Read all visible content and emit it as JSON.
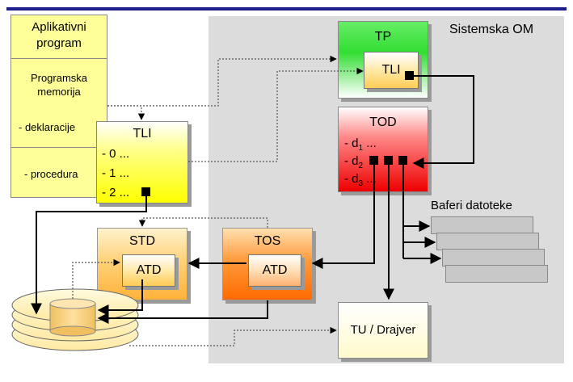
{
  "system_area": {
    "label": "Sistemska OM"
  },
  "app": {
    "title_line1": "Aplikativni",
    "title_line2": "program",
    "memory_line1": "Programska",
    "memory_line2": "memorija",
    "declarations": "- deklaracije",
    "procedure": "- procedura"
  },
  "tli_app": {
    "title": "TLI",
    "row0": "- 0 ...",
    "row1": "- 1 ...",
    "row2": "- 2 ..."
  },
  "tp": {
    "title": "TP",
    "inner": "TLI"
  },
  "tod": {
    "title": "TOD",
    "d1_prefix": "- d",
    "d1_sub": "1",
    "d1_suffix": " ...",
    "d2_prefix": "- d",
    "d2_sub": "2",
    "d3_prefix": "- d",
    "d3_sub": "3",
    "d3_suffix": " ..."
  },
  "buffers": {
    "label": "Baferi datoteke"
  },
  "std": {
    "title": "STD",
    "inner": "ATD"
  },
  "tos": {
    "title": "TOS",
    "inner": "ATD"
  },
  "driver": {
    "label": "TU / Drajver"
  },
  "colors": {
    "rule": "#1c1c8c",
    "system_bg": "#dcdcdc",
    "tp": "#33dd33",
    "tod": "#ee0000",
    "tos": "#ff6a00",
    "std": "#ffd27a",
    "app": "#ffff99"
  }
}
